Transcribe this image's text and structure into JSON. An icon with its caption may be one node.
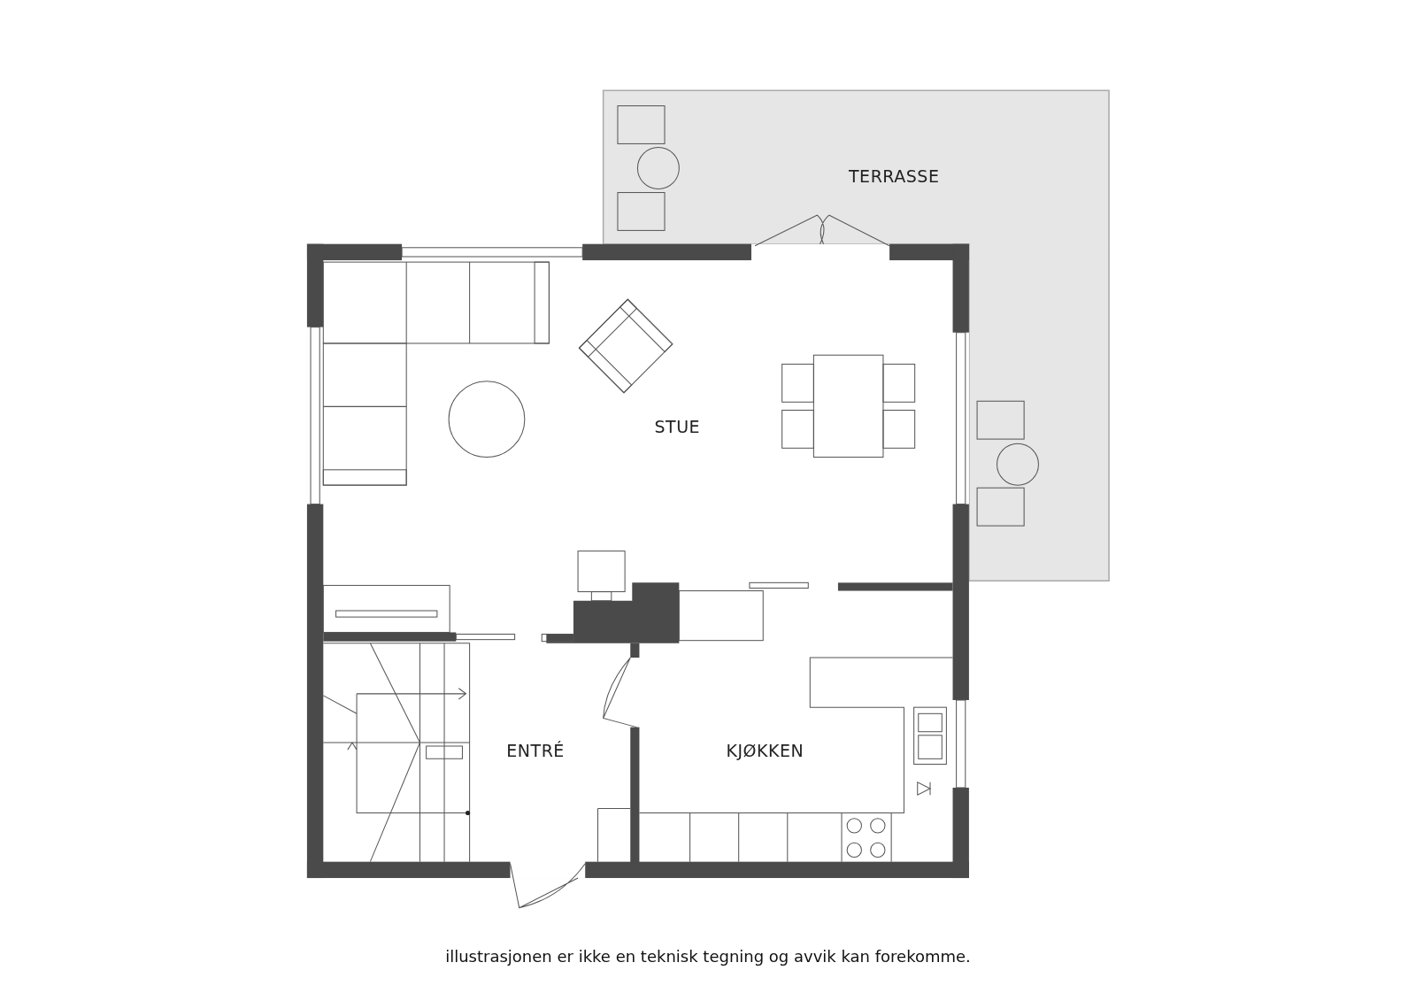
{
  "diagram": {
    "caption": "illustrasjonen er ikke en teknisk tegning og avvik kan forekomme.",
    "nodes": [
      {
        "text": [
          "TERRASSE"
        ]
      },
      {
        "text": [
          "STUE"
        ]
      },
      {
        "text": [
          "ENTRÉ"
        ]
      },
      {
        "text": [
          "KJØKKEN"
        ]
      }
    ],
    "edges": []
  }
}
